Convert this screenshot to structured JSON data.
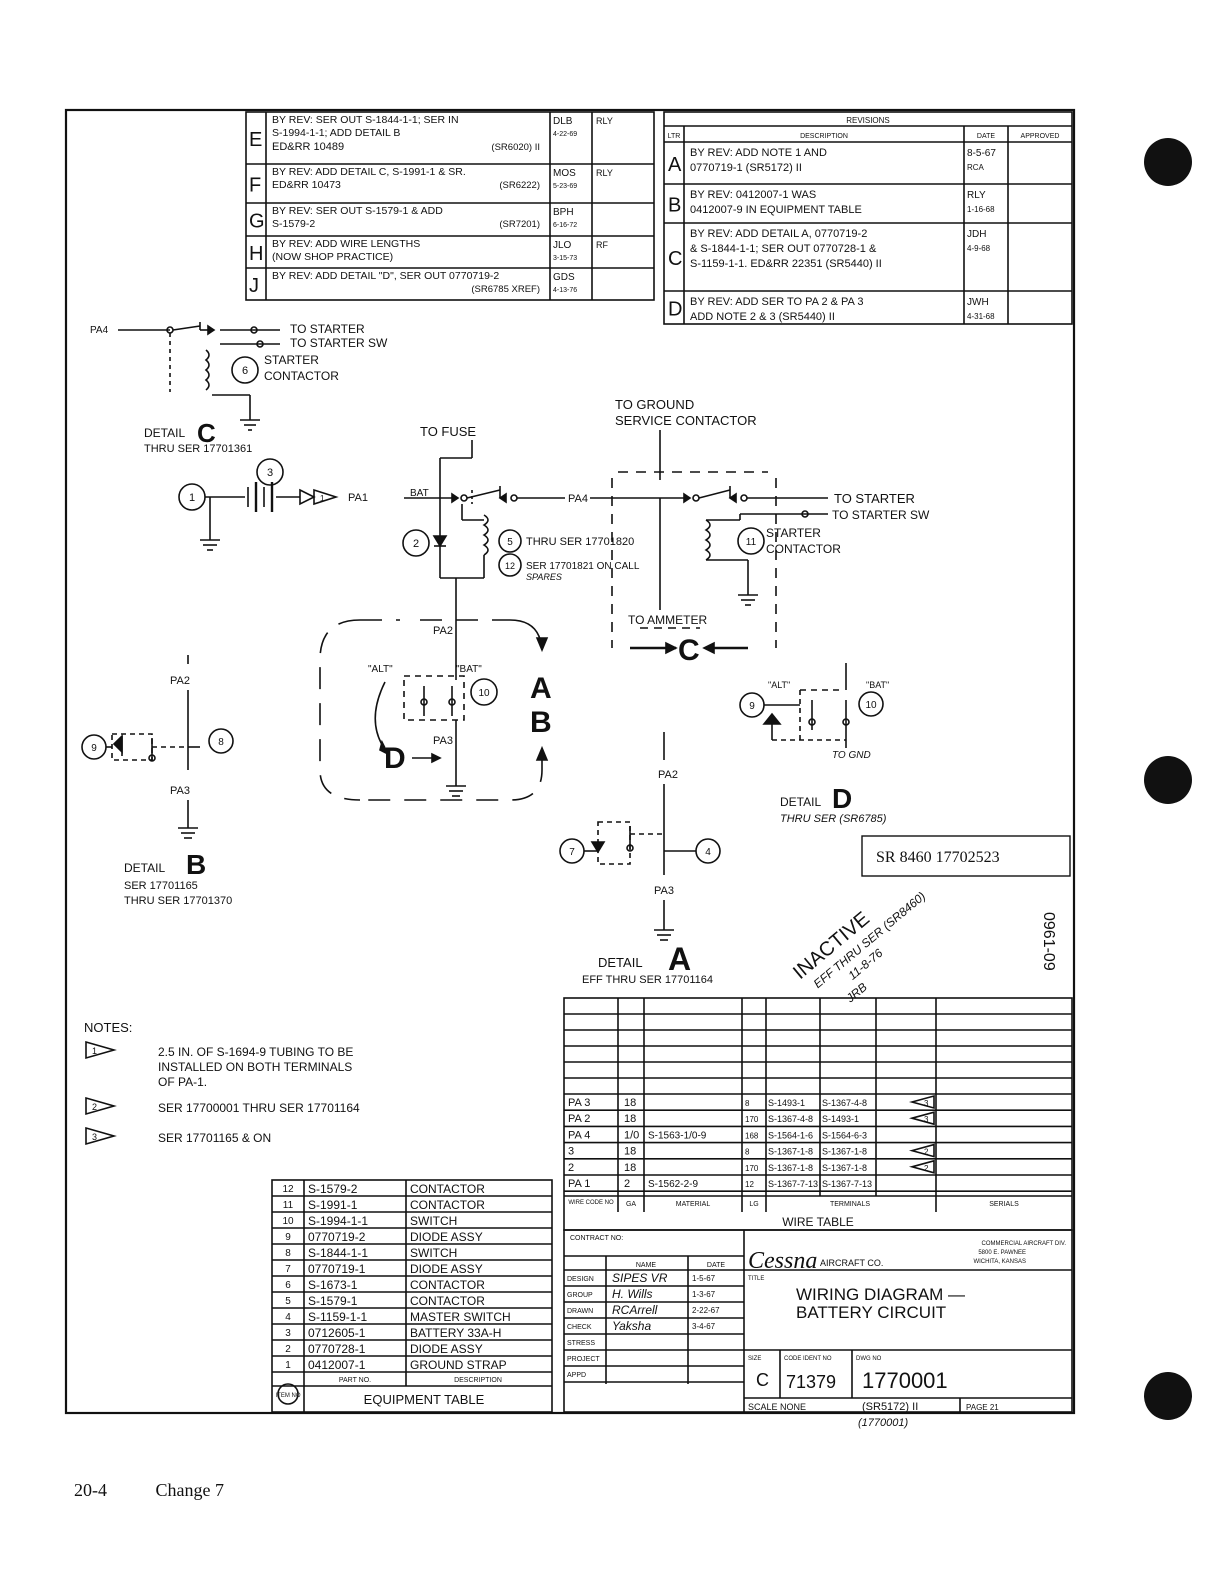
{
  "revisions_left": [
    {
      "ltr": "E",
      "l1": "BY REV: SER OUT S-1844-1-1; SER IN",
      "l2": "S-1994-1-1; ADD DETAIL B",
      "l3": "ED&RR 10489",
      "sr": "(SR6020) II",
      "by": "DLB",
      "date": "4-22-69",
      "appr": "RLY"
    },
    {
      "ltr": "F",
      "l1": "BY REV: ADD DETAIL C, S-1991-1 & SR.",
      "l2": "ED&RR 10473",
      "l3": "",
      "sr": "(SR6222)",
      "by": "MOS",
      "date": "5-23-69",
      "appr": "RLY"
    },
    {
      "ltr": "G",
      "l1": "BY REV: SER OUT S-1579-1 & ADD",
      "l2": "S-1579-2",
      "l3": "",
      "sr": "(SR7201)",
      "by": "BPH",
      "date": "6-16-72",
      "appr": ""
    },
    {
      "ltr": "H",
      "l1": "BY REV: ADD WIRE LENGTHS",
      "l2": "(NOW SHOP PRACTICE)",
      "l3": "",
      "sr": "",
      "by": "JLO",
      "date": "3-15-73",
      "appr": "RF"
    },
    {
      "ltr": "J",
      "l1": "BY REV: ADD DETAIL \"D\", SER OUT 0770719-2",
      "l2": "",
      "l3": "",
      "sr": "(SR6785 XREF)",
      "by": "GDS",
      "date": "4-13-76",
      "appr": ""
    }
  ],
  "revisions_right": {
    "title": "REVISIONS",
    "headers": [
      "LTR",
      "DESCRIPTION",
      "DATE",
      "APPROVED"
    ],
    "rows": [
      {
        "ltr": "A",
        "l1": "BY REV: ADD NOTE 1 AND",
        "l2": "0770719-1            (SR5172) II",
        "l3": "",
        "date1": "8-5-67",
        "date2": "RCA"
      },
      {
        "ltr": "B",
        "l1": "BY REV: 0412007-1 WAS",
        "l2": "0412007-9 IN EQUIPMENT   TABLE",
        "l3": "",
        "date1": "RLY",
        "date2": "1-16-68"
      },
      {
        "ltr": "C",
        "l1": "BY REV: ADD DETAIL A, 0770719-2",
        "l2": "& S-1844-1-1; SER OUT 0770728-1 &",
        "l3": "S-1159-1-1.   ED&RR 22351   (SR5440) II",
        "date1": "JDH",
        "date2": "4-9-68"
      },
      {
        "ltr": "D",
        "l1": "BY REV: ADD SER TO PA 2 & PA 3",
        "l2": "ADD NOTE 2 & 3       (SR5440) II",
        "l3": "",
        "date1": "JWH",
        "date2": "4-31-68"
      }
    ]
  },
  "labels": {
    "pa4": "PA4",
    "pa1": "PA1",
    "pa2": "PA2",
    "pa3": "PA3",
    "bat": "BAT",
    "alt_q": "\"ALT\"",
    "bat_q": "\"BAT\"",
    "alt_d": "\"ALT\"",
    "bat_d": "\"BAT\"",
    "to_starter": "TO STARTER",
    "to_starter_sw": "TO STARTER SW",
    "starter": "STARTER",
    "contactor": "CONTACTOR",
    "detail_c": "DETAIL",
    "thru_c": "THRU SER 17701361",
    "to_fuse": "TO FUSE",
    "to_ground": "TO GROUND",
    "service_contactor": "SERVICE CONTACTOR",
    "thru_ser_20": "THRU SER 17701820",
    "ser_21": "SER 17701821 ON CALL",
    "spares": "SPARES",
    "to_ammeter": "TO AMMETER",
    "to_gnd": "TO GND",
    "detail_d": "DETAIL",
    "thru_d": "THRU SER (SR6785)",
    "detail_b": "DETAIL",
    "ser_b1": "SER 17701165",
    "ser_b2": "THRU SER 17701370",
    "detail_a": "DETAIL",
    "eff_a": "EFF THRU SER 17701164",
    "sr_box": "SR 8460 17702523",
    "stamp1": "INACTIVE",
    "stamp2": "EFF THRU SER (SR8460)",
    "stamp3": "11-8-76",
    "stamp4": "JRB",
    "side_no": "0961-09",
    "letter_a": "A",
    "letter_b": "B",
    "letter_c": "C",
    "letter_d": "D"
  },
  "notes": {
    "title": "NOTES:",
    "items": [
      {
        "n": "1",
        "l1": "2.5 IN. OF S-1694-9 TUBING TO BE",
        "l2": "INSTALLED ON BOTH TERMINALS",
        "l3": "OF PA-1."
      },
      {
        "n": "2",
        "l1": "SER 17700001 THRU SER 17701164",
        "l2": "",
        "l3": ""
      },
      {
        "n": "3",
        "l1": "SER 17701165 & ON",
        "l2": "",
        "l3": ""
      }
    ]
  },
  "equipment": {
    "title": "EQUIPMENT TABLE",
    "headers": [
      "ITEM NO",
      "PART NO.",
      "DESCRIPTION"
    ],
    "rows": [
      [
        "12",
        "S-1579-2",
        "CONTACTOR"
      ],
      [
        "11",
        "S-1991-1",
        "CONTACTOR"
      ],
      [
        "10",
        "S-1994-1-1",
        "SWITCH"
      ],
      [
        "9",
        "0770719-2",
        "DIODE ASSY"
      ],
      [
        "8",
        "S-1844-1-1",
        "SWITCH"
      ],
      [
        "7",
        "0770719-1",
        "DIODE ASSY"
      ],
      [
        "6",
        "S-1673-1",
        "CONTACTOR"
      ],
      [
        "5",
        "S-1579-1",
        "CONTACTOR"
      ],
      [
        "4",
        "S-1159-1-1",
        "MASTER SWITCH"
      ],
      [
        "3",
        "0712605-1",
        "BATTERY 33A-H"
      ],
      [
        "2",
        "0770728-1",
        "DIODE ASSY"
      ],
      [
        "1",
        "0412007-1",
        "GROUND STRAP"
      ]
    ]
  },
  "wire": {
    "title": "WIRE TABLE",
    "headers": [
      "WIRE CODE NO",
      "GA",
      "MATERIAL",
      "LG",
      "TERMINALS",
      "",
      "SERIALS"
    ],
    "rows": [
      [
        "PA 3",
        "18",
        "",
        "8",
        "S-1493-1",
        "S-1367-4-8",
        "3"
      ],
      [
        "PA 2",
        "18",
        "",
        "170",
        "S-1367-4-8",
        "S-1493-1",
        "3"
      ],
      [
        "PA 4",
        "1/0",
        "S-1563-1/0-9",
        "168",
        "S-1564-1-6",
        "S-1564-6-3",
        ""
      ],
      [
        "3",
        "18",
        "",
        "8",
        "S-1367-1-8",
        "S-1367-1-8",
        "2"
      ],
      [
        "2",
        "18",
        "",
        "170",
        "S-1367-1-8",
        "S-1367-1-8",
        "2"
      ],
      [
        "PA 1",
        "2",
        "S-1562-2-9",
        "12",
        "S-1367-7-13",
        "S-1367-7-13",
        ""
      ]
    ]
  },
  "title_block": {
    "contract": "CONTRACT NO:",
    "name_h": "NAME",
    "date_h": "DATE",
    "rows": [
      [
        "DESIGN",
        "SIPES VR",
        "1-5-67"
      ],
      [
        "GROUP",
        "H. Wills",
        "1-3-67"
      ],
      [
        "DRAWN",
        "RCArrell",
        "2-22-67"
      ],
      [
        "CHECK",
        "Yaksha",
        "3-4-67"
      ],
      [
        "STRESS",
        "",
        ""
      ],
      [
        "PROJECT",
        "",
        ""
      ],
      [
        "APPD",
        "",
        ""
      ]
    ],
    "company": "Cessna",
    "company2": "AIRCRAFT CO.",
    "div1": "COMMERCIAL AIRCRAFT DIV.",
    "div2": "5800 E. PAWNEE",
    "div3": "WICHITA, KANSAS",
    "title_h": "TITLE",
    "title1": "WIRING DIAGRAM —",
    "title2": "BATTERY CIRCUIT",
    "size_h": "SIZE",
    "size": "C",
    "code_h": "CODE IDENT NO",
    "code": "71379",
    "dwg_h": "DWG NO",
    "dwg": "1770001",
    "scale": "SCALE NONE",
    "sr": "(SR5172) II",
    "page": "PAGE 21",
    "under": "(1770001)"
  },
  "footer": {
    "page": "20-4",
    "change": "Change 7"
  }
}
